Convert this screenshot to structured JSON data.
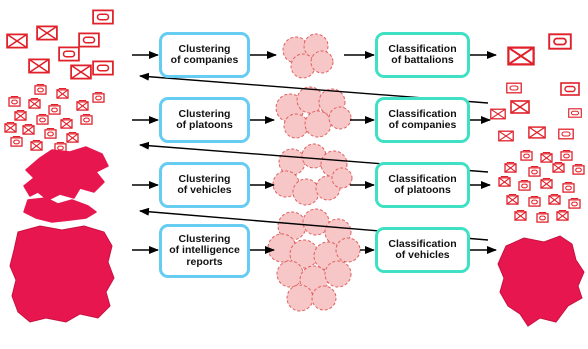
{
  "colors": {
    "clustering_border": "#66ccf2",
    "classification_border": "#3fe0c4",
    "unit_icon": "#e0202a",
    "report_mass": "#e8164f",
    "cluster_fill": "#f7c6c6",
    "cluster_edge": "#e06060",
    "arrow": "#000000"
  },
  "clustering": [
    {
      "label": "Clustering\nof companies"
    },
    {
      "label": "Clustering\nof platoons"
    },
    {
      "label": "Clustering\nof vehicles"
    },
    {
      "label": "Clustering\nof intelligence\nreports"
    }
  ],
  "classification": [
    {
      "label": "Classification\nof battalions"
    },
    {
      "label": "Classification\nof companies"
    },
    {
      "label": "Classification\nof platoons"
    },
    {
      "label": "Classification\nof vehicles"
    }
  ],
  "icons": [
    "infantry-unit-icon",
    "armor-unit-icon",
    "report-blob"
  ]
}
